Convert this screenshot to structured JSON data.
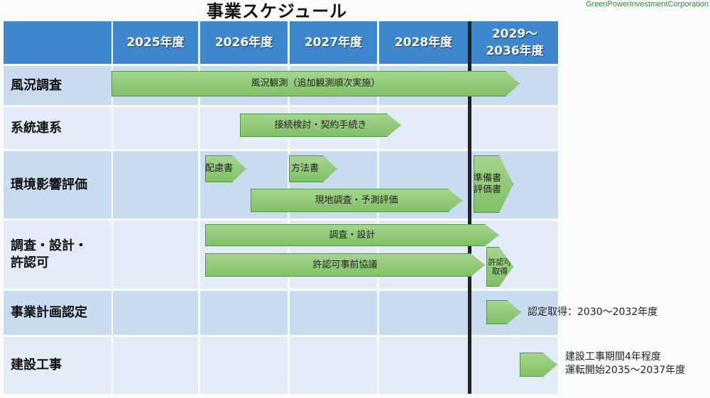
{
  "title": "事業スケジュール",
  "corp": "GreenPowerInvestmentCorporation",
  "columns": [
    "2025年度",
    "2026年度",
    "2027年度",
    "2028年度",
    "2029～",
    "2036年度"
  ],
  "rows": [
    "風況調査",
    "系統連系",
    "環境影響評価",
    "調査・設計・",
    "許認可",
    "事業計画認定",
    "建設工事"
  ],
  "bars": {
    "wind": "風況観測（追加観測順次実施）",
    "grid": "接続検討・契約手続き",
    "hairyo": "配慮書",
    "houhou": "方法書",
    "genchi": "現地調査・予測評価",
    "junbi1": "準備書",
    "junbi2": "評価書",
    "design": "調査・設計",
    "kyoka": "許認可事前協議",
    "kyokaget1": "許認可",
    "kyokaget2": "取得"
  },
  "notes": {
    "nintei": "認定取得：2030～2032年度",
    "kensetsu1": "建設工事期間4年程度",
    "kensetsu2": "運転開始2035～2037年度"
  }
}
